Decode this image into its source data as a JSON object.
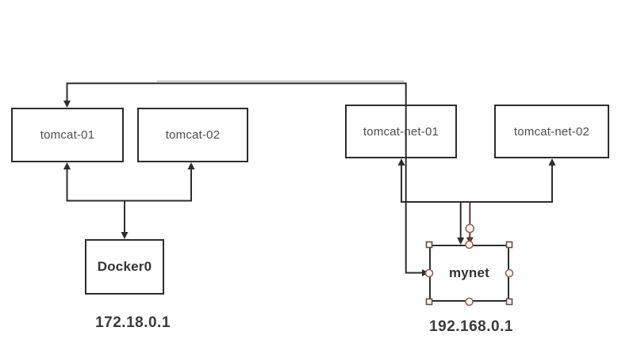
{
  "diagram": {
    "nodes": [
      {
        "id": "tomcat-01",
        "label": "tomcat-01"
      },
      {
        "id": "tomcat-02",
        "label": "tomcat-02"
      },
      {
        "id": "tomcat-net-01",
        "label": "tomcat-net-01"
      },
      {
        "id": "tomcat-net-02",
        "label": "tomcat-net-02"
      },
      {
        "id": "docker0",
        "label": "Docker0"
      },
      {
        "id": "mynet",
        "label": "mynet"
      }
    ],
    "ip_labels": [
      {
        "for": "docker0",
        "text": "172.18.0.1"
      },
      {
        "for": "mynet",
        "text": "192.168.0.1"
      }
    ],
    "colors": {
      "line": "#2d2d2d",
      "ghost_line": "#b3b3b3",
      "box_border": "#2d2d2d",
      "node_text": "#4d4d4d",
      "bold_text": "#333333",
      "handle_square_stroke": "#6b4a42",
      "handle_circle_stroke": "#a05a52",
      "selected_connector": "#5a3833"
    },
    "icons": [
      "selection-handle-square-icon",
      "selection-handle-circle-icon",
      "arrowhead-icon"
    ]
  }
}
